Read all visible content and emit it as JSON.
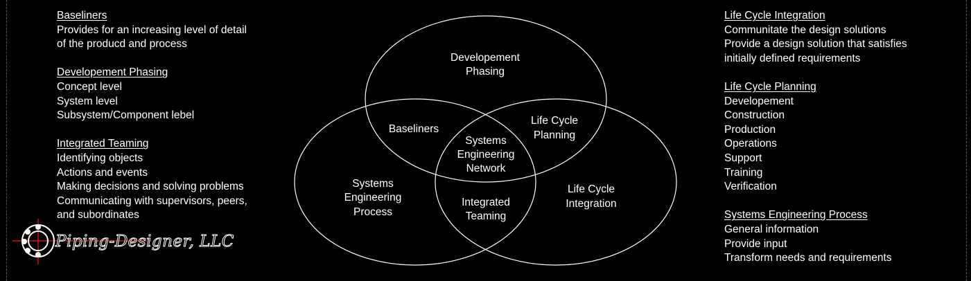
{
  "left_panel": {
    "sections": [
      {
        "heading": "Baseliners",
        "items": [
          "Provides for an increasing level of detail",
          "of the producd and process"
        ]
      },
      {
        "heading": "Developement Phasing",
        "items": [
          "Concept level",
          "System level",
          "Subsystem/Component lebel"
        ]
      },
      {
        "heading": "Integrated Teaming",
        "items": [
          "Identifying objects",
          "Actions and events",
          "Making decisions and solving problems",
          "Communicating with supervisors, peers,",
          "and subordinates"
        ]
      }
    ]
  },
  "right_panel": {
    "sections": [
      {
        "heading": "Life Cycle Integration",
        "items": [
          "Communitate the design solutions",
          "Provide a design solution that satisfies",
          "initially defined requirements"
        ]
      },
      {
        "heading": "Life Cycle Planning",
        "items": [
          "Developement",
          "Construction",
          "Production",
          "Operations",
          "Support",
          "Training",
          "Verification"
        ]
      },
      {
        "heading": "Systems Engineering Process",
        "items": [
          "General information",
          "Provide input",
          "Transform needs and requirements"
        ]
      }
    ]
  },
  "venn": {
    "top": [
      "Developement",
      "Phasing"
    ],
    "top_left": "Baseliners",
    "top_right": [
      "Life Cycle",
      "Planning"
    ],
    "center": [
      "Systems",
      "Engineering",
      "Network"
    ],
    "left": [
      "Systems",
      "Engineering",
      "Process"
    ],
    "bottom": [
      "Integrated",
      "Teaming"
    ],
    "right": [
      "Life Cycle",
      "Integration"
    ]
  },
  "logo": {
    "text": "Piping-Designer, LLC"
  },
  "colors": {
    "background": "#000000",
    "foreground": "#ffffff",
    "logo_accent": "#d01010"
  }
}
